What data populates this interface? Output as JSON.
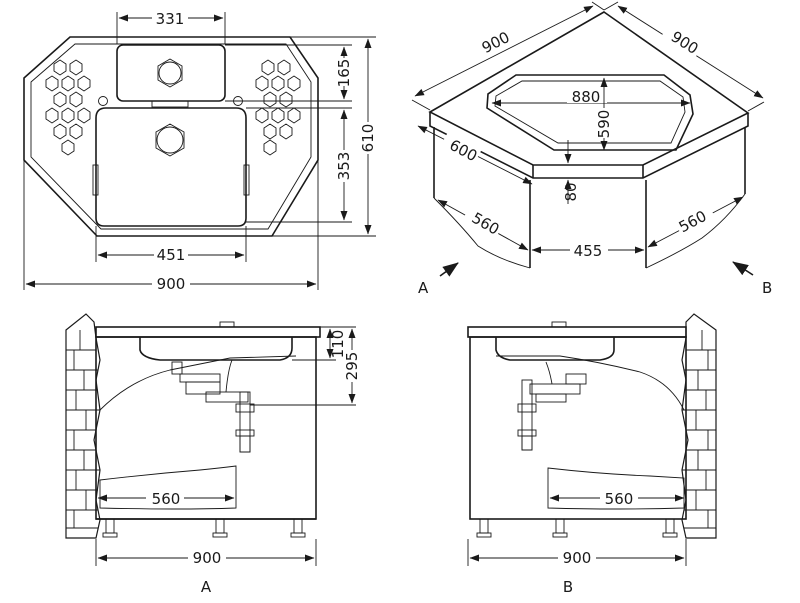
{
  "top_view": {
    "dim_top": "331",
    "dim_right_upper": "165",
    "dim_right_total": "610",
    "dim_right_lower": "353",
    "dim_bottom_inner": "451",
    "dim_bottom_total": "900"
  },
  "iso_view": {
    "dim_left_top": "900",
    "dim_right_top": "900",
    "dim_basin_width": "880",
    "dim_basin_depth": "590",
    "dim_side_depth": "600",
    "dim_thickness": "80",
    "dim_left_side": "560",
    "dim_front": "455",
    "dim_right_side": "560",
    "arrow_a_label": "A",
    "arrow_b_label": "B"
  },
  "view_a": {
    "dim_top_small": "110",
    "dim_depth": "295",
    "dim_cabinet_inner": "560",
    "dim_width": "900",
    "caption": "A"
  },
  "view_b": {
    "dim_cabinet_inner": "560",
    "dim_width": "900",
    "caption": "B"
  }
}
